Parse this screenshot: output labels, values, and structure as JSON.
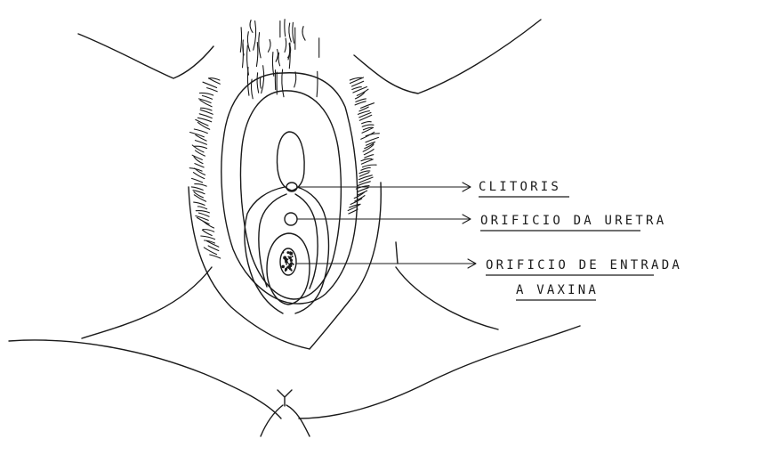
{
  "labels": {
    "clitoris": "CLITORIS",
    "urethra": "ORIFICIO DA URETRA",
    "vagina_line1": "ORIFICIO DE ENTRADA",
    "vagina_line2": "A VAXINA"
  },
  "colors": {
    "ink": "#1a1a1a",
    "background": "#ffffff"
  }
}
